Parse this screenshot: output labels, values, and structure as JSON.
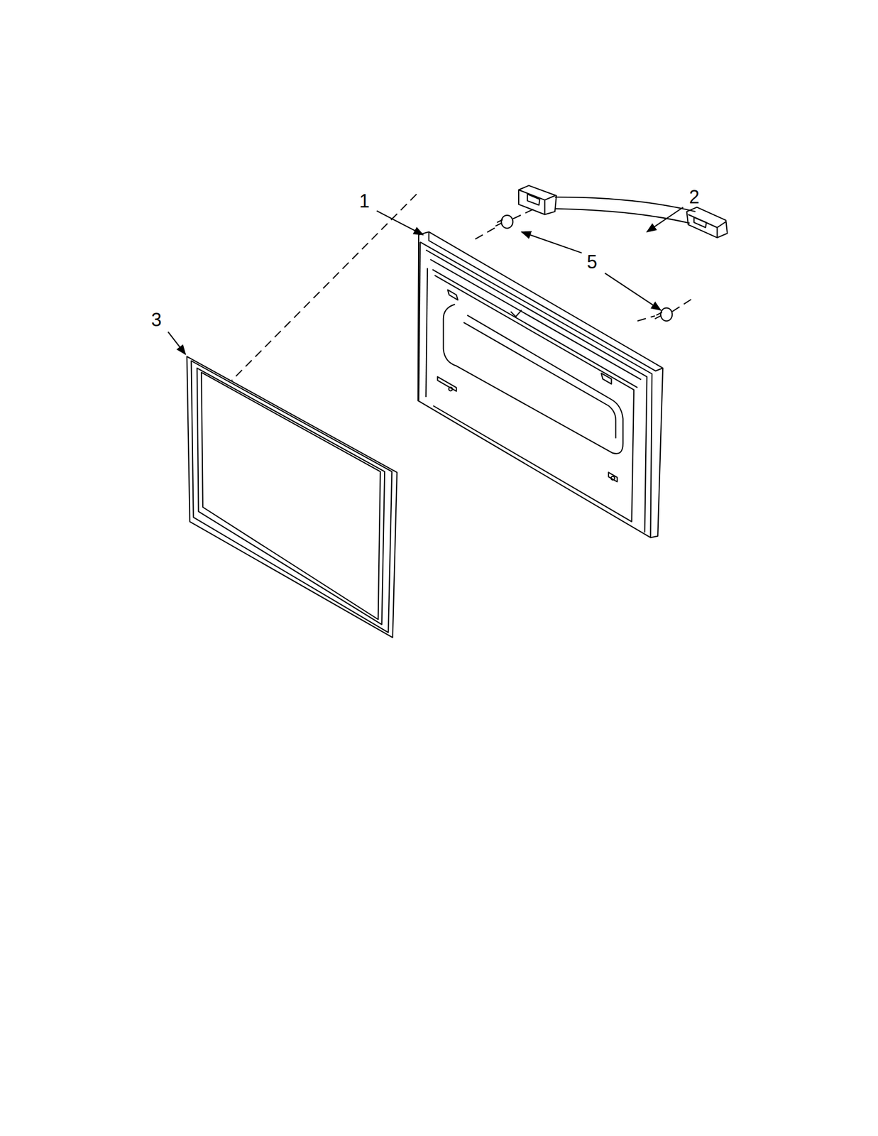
{
  "diagram": {
    "labels": [
      "1",
      "2",
      "5",
      "3"
    ]
  }
}
